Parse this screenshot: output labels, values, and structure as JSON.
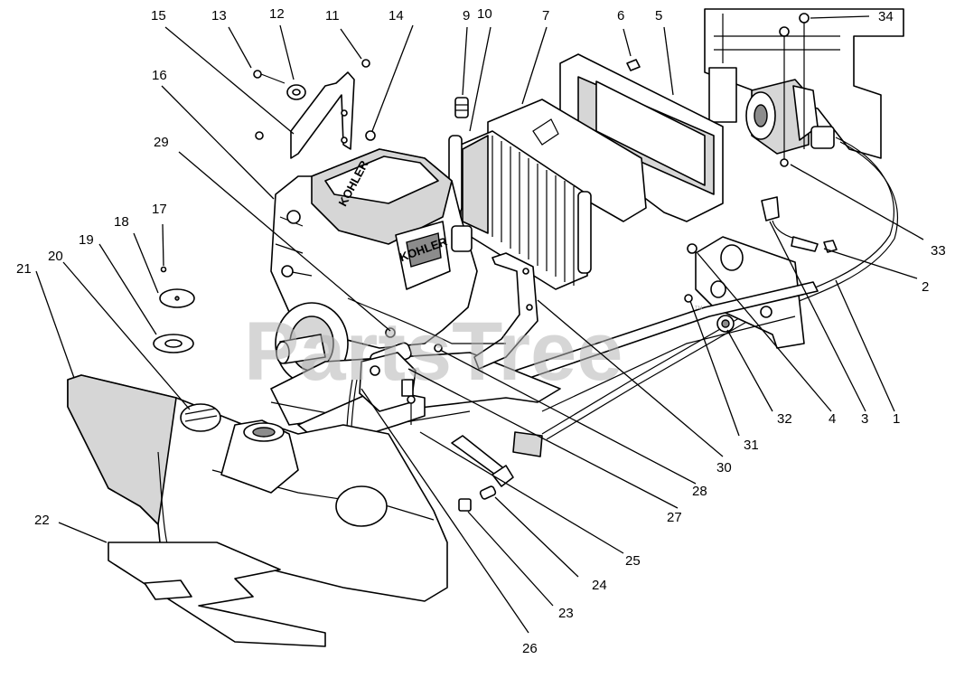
{
  "watermark": {
    "text": "PartsTree",
    "trademark": "™"
  },
  "brand_labels": {
    "engine_cover": "KOHLER",
    "engine_side": "KOHLER"
  },
  "callouts": [
    {
      "id": "c1",
      "label": "1"
    },
    {
      "id": "c2",
      "label": "2"
    },
    {
      "id": "c3",
      "label": "3"
    },
    {
      "id": "c4",
      "label": "4"
    },
    {
      "id": "c5",
      "label": "5"
    },
    {
      "id": "c6",
      "label": "6"
    },
    {
      "id": "c7",
      "label": "7"
    },
    {
      "id": "c9",
      "label": "9"
    },
    {
      "id": "c10",
      "label": "10"
    },
    {
      "id": "c11",
      "label": "11"
    },
    {
      "id": "c12",
      "label": "12"
    },
    {
      "id": "c13",
      "label": "13"
    },
    {
      "id": "c14",
      "label": "14"
    },
    {
      "id": "c15",
      "label": "15"
    },
    {
      "id": "c16",
      "label": "16"
    },
    {
      "id": "c17",
      "label": "17"
    },
    {
      "id": "c18",
      "label": "18"
    },
    {
      "id": "c19",
      "label": "19"
    },
    {
      "id": "c20",
      "label": "20"
    },
    {
      "id": "c21",
      "label": "21"
    },
    {
      "id": "c22",
      "label": "22"
    },
    {
      "id": "c23",
      "label": "23"
    },
    {
      "id": "c24",
      "label": "24"
    },
    {
      "id": "c25",
      "label": "25"
    },
    {
      "id": "c26",
      "label": "26"
    },
    {
      "id": "c27",
      "label": "27"
    },
    {
      "id": "c28",
      "label": "28"
    },
    {
      "id": "c29",
      "label": "29"
    },
    {
      "id": "c30",
      "label": "30"
    },
    {
      "id": "c31",
      "label": "31"
    },
    {
      "id": "c32",
      "label": "32"
    },
    {
      "id": "c33",
      "label": "33"
    },
    {
      "id": "c34",
      "label": "34"
    }
  ]
}
